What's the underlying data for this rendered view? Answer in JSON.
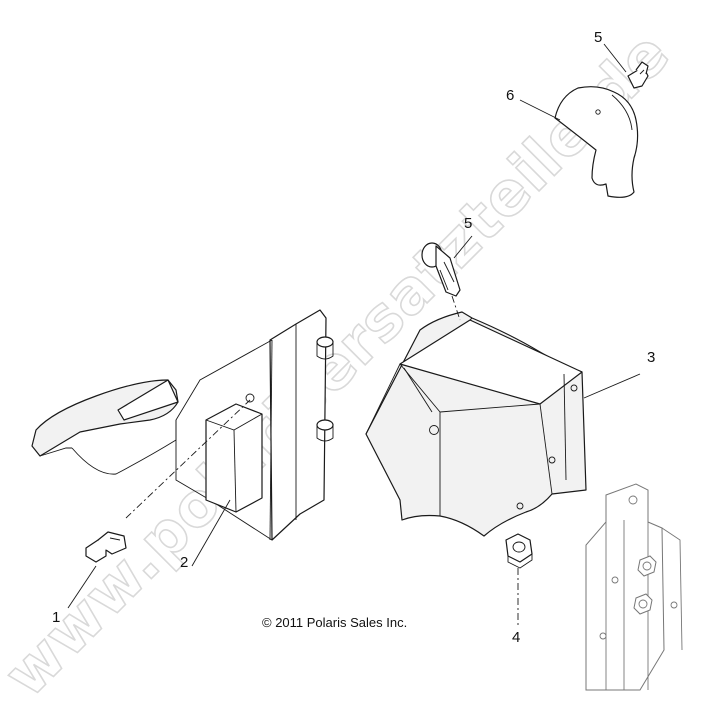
{
  "watermark": "www.polarisersatzteile.de",
  "copyright": "© 2011 Polaris Sales Inc.",
  "callouts": {
    "c1": "1",
    "c2": "2",
    "c3": "3",
    "c4": "4",
    "c5_upper": "5",
    "c5_middle": "5",
    "c6": "6"
  }
}
